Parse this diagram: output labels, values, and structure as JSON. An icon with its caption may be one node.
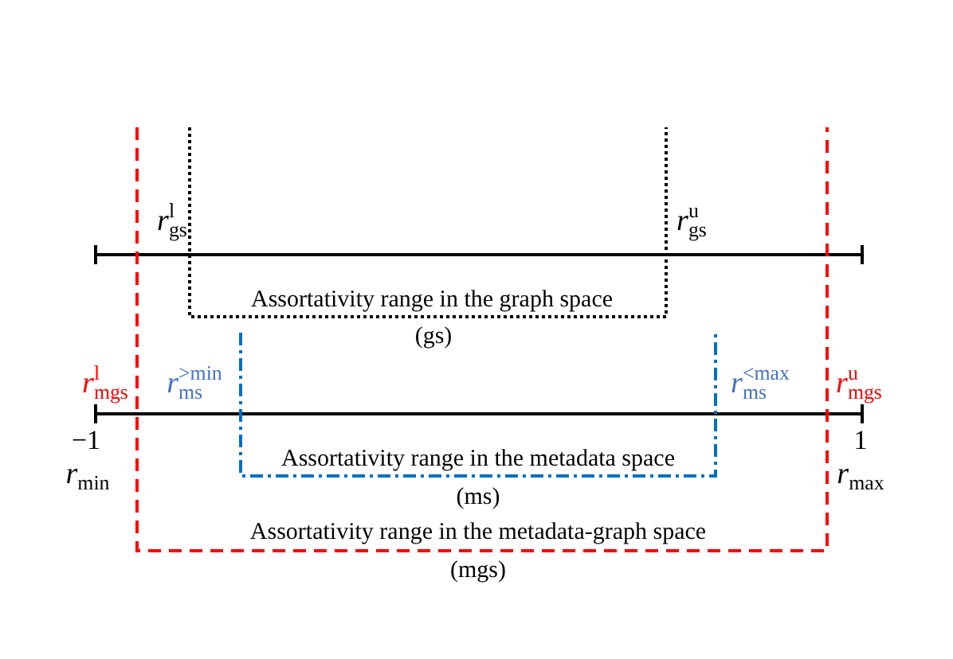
{
  "diagram": {
    "labels": [
      "*r*$_{gs}$$^{l}$",
      "*r*$_{gs}$$^{u}$",
      "Assortativity range in the graph space",
      "(gs)",
      "*r*$_{mgs}$$^{l}$",
      "*r*$_{ms}$$^{>min}$",
      "*r*$_{ms}$$^{<max}$",
      "*r*$_{mgs}$$^{u}$",
      "−1",
      "1",
      "Assortativity range in the metadata space",
      "*r*$_{min}$",
      "*r*$_{max}$",
      "(ms)",
      "Assortativity range in the metadata-graph space",
      "(mgs)"
    ]
  }
}
